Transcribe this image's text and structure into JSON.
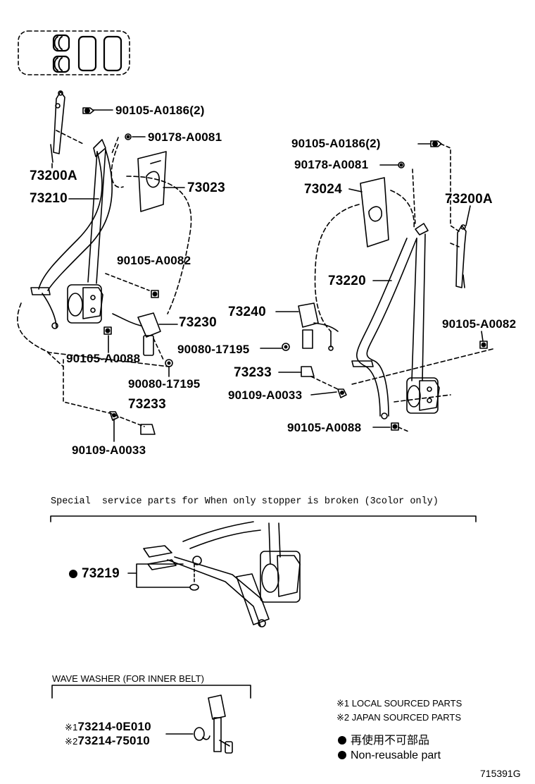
{
  "callouts": {
    "l_bolt_top": "90105-A0186(2)",
    "l_nut_top": "90178-A0081",
    "l_adjuster": "73200A",
    "l_belt": "73210",
    "l_cover": "73023",
    "l_bolt_mid": "90105-A0082",
    "l_buckle": "73230",
    "l_bolt_low": "90105-A0088",
    "l_clip": "90080-17195",
    "l_stopper": "73233",
    "l_screw": "90109-A0033",
    "r_bolt_top": "90105-A0186(2)",
    "r_nut_top": "90178-A0081",
    "r_cover": "73024",
    "r_adjuster": "73200A",
    "r_belt": "73220",
    "r_buckle": "73240",
    "r_bolt_mid": "90105-A0082",
    "r_clip": "90080-17195",
    "r_stopper": "73233",
    "r_screw": "90109-A0033",
    "r_bolt_low": "90105-A0088"
  },
  "special": {
    "heading": "Special  service parts for When only stopper is broken (3color only)",
    "part": "73219"
  },
  "wave": {
    "heading": "WAVE WASHER (FOR INNER BELT)",
    "part1": "73214-0E010",
    "part2": "73214-75010",
    "mark1": "※1",
    "mark2": "※2"
  },
  "notes": {
    "local": "※1 LOCAL SOURCED PARTS",
    "japan": "※2 JAPAN SOURCED PARTS"
  },
  "legend": {
    "non_reusable_jp": "再使用不可部品",
    "non_reusable_en": "Non-reusable part"
  },
  "diagram_id": "715391G"
}
